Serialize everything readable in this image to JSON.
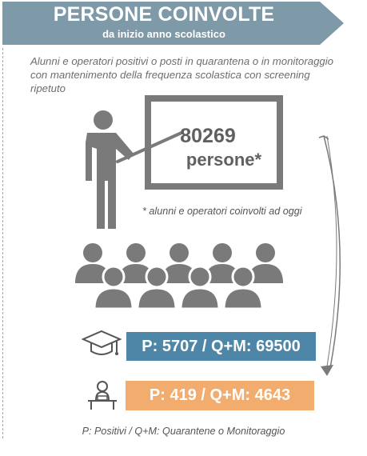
{
  "header": {
    "title": "PERSONE COINVOLTE",
    "subtitle": "da inizio anno scolastico",
    "color": "#7e9aa8"
  },
  "description": "Alunni e operatori positivi o posti in quarantena o in monitoraggio con mantenimento della frequenza scolastica con screening ripetuto",
  "count": {
    "value": "80269",
    "label": "persone*"
  },
  "footnote": "* alunni e operatori coinvolti ad oggi",
  "students": {
    "text": "P: 5707 / Q+M: 69500",
    "color": "#4e86a8"
  },
  "staff": {
    "text": "P: 419 / Q+M: 4643",
    "color": "#f2ac6d"
  },
  "legend": "P: Positivi / Q+M: Quarantene o Monitoraggio",
  "icons": [
    "teacher-board-icon",
    "crowd-icon",
    "graduation-cap-icon",
    "teacher-at-desk-icon",
    "curved-arrow-icon"
  ]
}
